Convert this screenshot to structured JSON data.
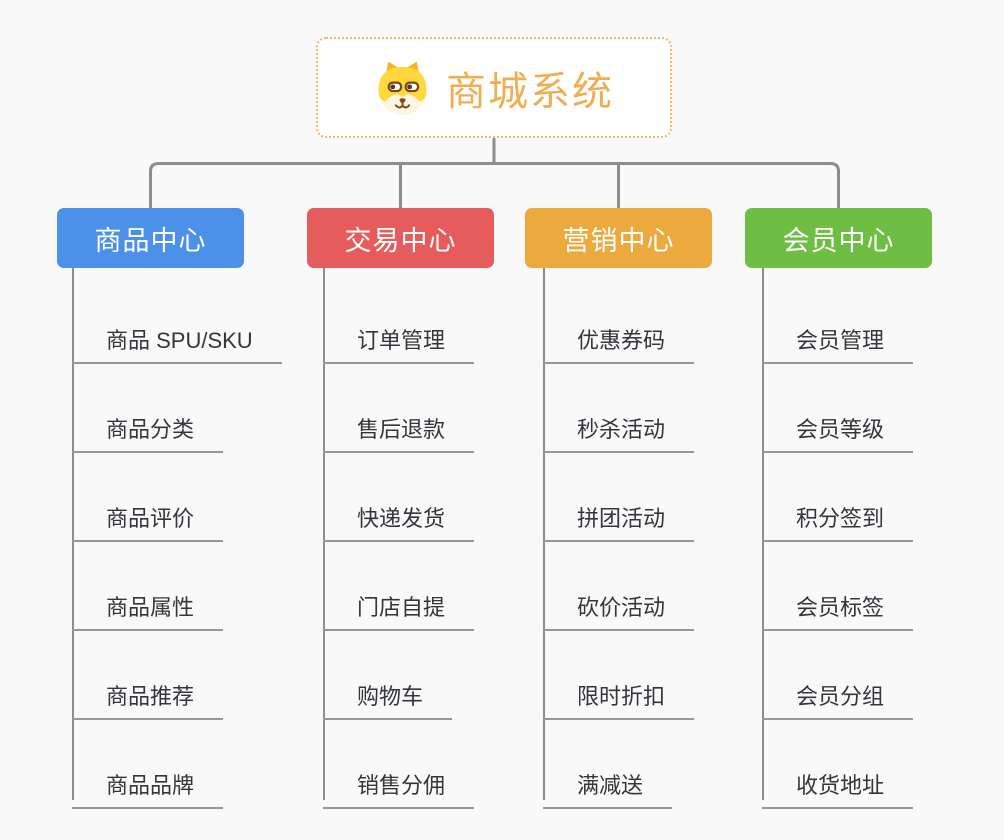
{
  "root": {
    "title": "商城系统",
    "icon": "shiba-dog-icon"
  },
  "branches": [
    {
      "label": "商品中心",
      "color": "#4b91ea",
      "children": [
        "商品 SPU/SKU",
        "商品分类",
        "商品评价",
        "商品属性",
        "商品推荐",
        "商品品牌"
      ]
    },
    {
      "label": "交易中心",
      "color": "#e65b5b",
      "children": [
        "订单管理",
        "售后退款",
        "快递发货",
        "门店自提",
        "购物车",
        "销售分佣"
      ]
    },
    {
      "label": "营销中心",
      "color": "#eca93d",
      "children": [
        "优惠券码",
        "秒杀活动",
        "拼团活动",
        "砍价活动",
        "限时折扣",
        "满减送"
      ]
    },
    {
      "label": "会员中心",
      "color": "#6fbe44",
      "children": [
        "会员管理",
        "会员等级",
        "积分签到",
        "会员标签",
        "会员分组",
        "收货地址"
      ]
    }
  ],
  "colors": {
    "background": "#f9f9f9",
    "connector": "#8d8d8d",
    "child_underline": "#979797",
    "child_text": "#33363b",
    "header_text": "#ffffff",
    "root_text": "#efae52",
    "root_border": "#eeb86d",
    "dog_yellow": "#ffd83d"
  }
}
